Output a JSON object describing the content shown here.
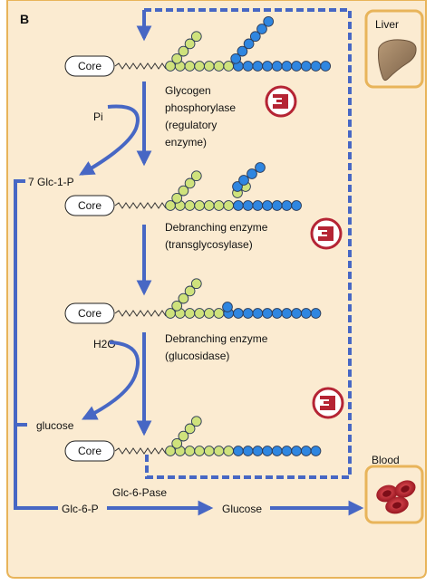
{
  "panel_label": "B",
  "organs": {
    "liver": "Liver",
    "blood": "Blood"
  },
  "core_label": "Core",
  "stage1": {
    "enzyme_line1": "Glycogen",
    "enzyme_line2": "phosphorylase",
    "enzyme_line3": "(regulatory",
    "enzyme_line4": "enzyme)",
    "cofactor": "Pi"
  },
  "stage2": {
    "enzyme_line1": "Debranching enzyme",
    "enzyme_line2": "(transglycosylase)"
  },
  "stage3": {
    "enzyme_line1": "Debranching enzyme",
    "enzyme_line2": "(glucosidase)",
    "cofactor": "H2O"
  },
  "products": {
    "glc1p": "7  Glc-1-P",
    "glucose_free": "glucose",
    "glc6p": "Glc-6-P",
    "enzyme": "Glc-6-Pase",
    "glucose_out": "Glucose"
  },
  "colors": {
    "background": "#fbebd1",
    "border": "#e8b45a",
    "arrow": "#4767c4",
    "glucose_green": "#cfe27c",
    "glucose_blue": "#2f86e0",
    "epinephrine_red": "#b52434"
  },
  "icons": [
    "liver-icon",
    "blood-cells-icon",
    "epinephrine-icon",
    "core-protein-icon"
  ]
}
